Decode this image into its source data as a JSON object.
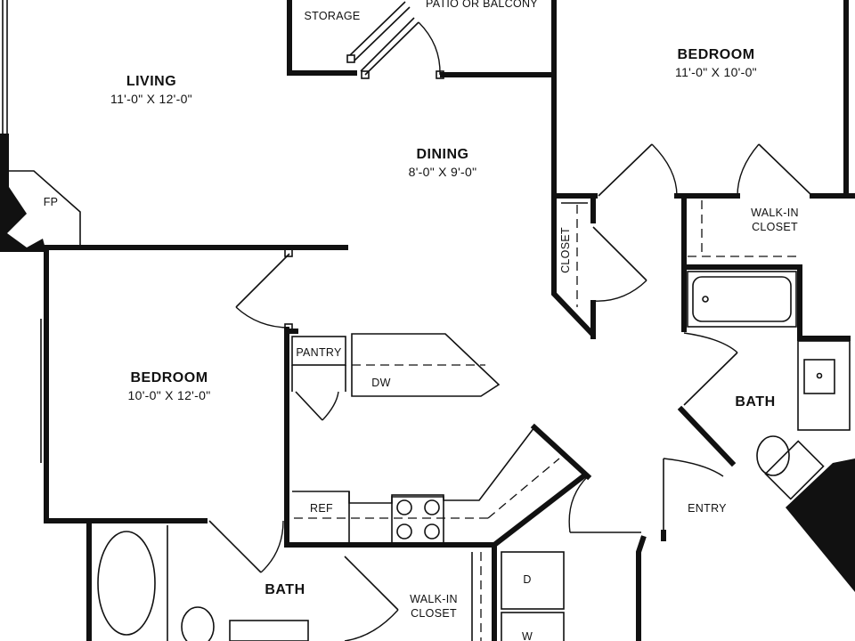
{
  "rooms": {
    "living": {
      "name": "LIVING",
      "dims": "11'-0\" X 12'-0\""
    },
    "dining": {
      "name": "DINING",
      "dims": "8'-0\" X 9'-0\""
    },
    "bedroom_right": {
      "name": "BEDROOM",
      "dims": "11'-0\" X 10'-0\""
    },
    "bedroom_left": {
      "name": "BEDROOM",
      "dims": "10'-0\" X 12'-0\""
    },
    "bath_right": {
      "name": "BATH"
    },
    "bath_bottom": {
      "name": "BATH"
    }
  },
  "labels": {
    "storage": "STORAGE",
    "patio": "PATIO OR BALCONY",
    "fireplace": "FP",
    "walkin_closet_right_1": "WALK-IN",
    "walkin_closet_right_2": "CLOSET",
    "closet": "CLOSET",
    "pantry": "PANTRY",
    "dishwasher": "DW",
    "refrigerator": "REF",
    "entry": "ENTRY",
    "walkin_closet_bottom_1": "WALK-IN",
    "walkin_closet_bottom_2": "CLOSET",
    "dryer": "D",
    "washer": "W"
  },
  "colors": {
    "wall": "#111111",
    "background": "#ffffff"
  }
}
